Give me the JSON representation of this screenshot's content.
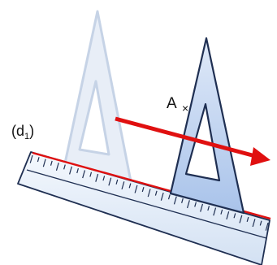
{
  "figure": {
    "line_label_main": "(d",
    "line_label_sub": "1",
    "line_label_close": ")",
    "point_label": "A",
    "point_mark": "×"
  },
  "colors": {
    "line": "#e01010",
    "arrow": "#e01010",
    "ruler_fill": "#e9f1fb",
    "ruler_stroke": "#1f2f52",
    "ghost_square_fill": "#e8eef7",
    "ghost_square_stroke": "#c6d3e6",
    "set_square_fill": "#c9daf3",
    "set_square_stroke": "#1f2f52"
  },
  "icons": {
    "arrow": "arrow-right-icon",
    "point": "cross-mark-icon"
  }
}
